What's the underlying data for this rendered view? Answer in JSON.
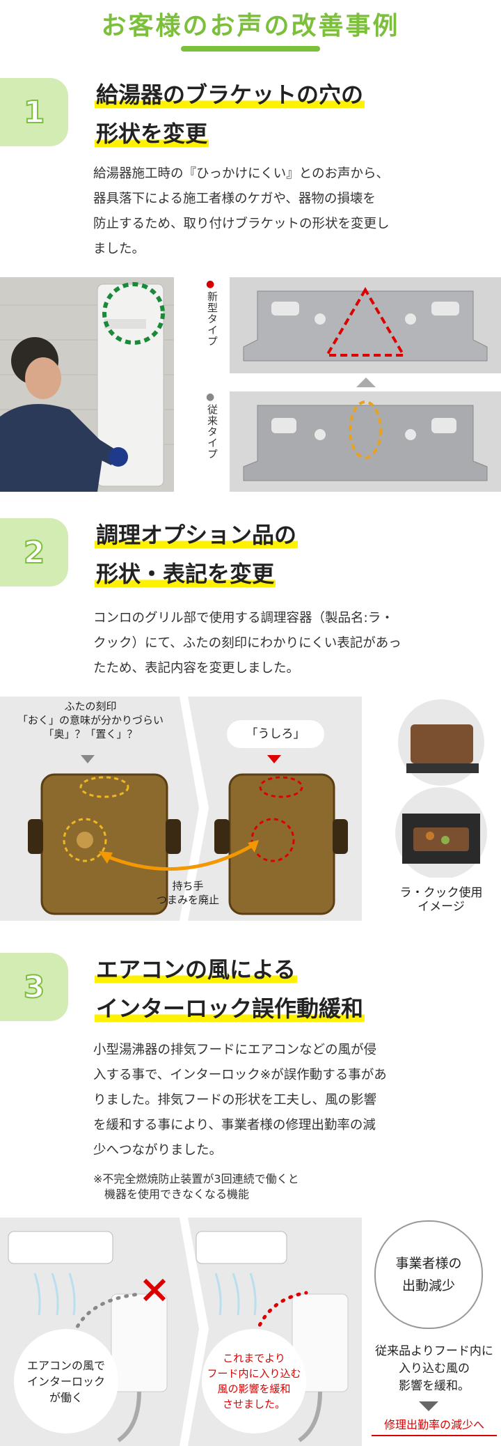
{
  "page_title": "お客様のお声の改善事例",
  "sections": [
    {
      "number": "1",
      "heading_line1": "給湯器のブラケットの穴の",
      "heading_line2": "形状を変更",
      "body": [
        "給湯器施工時の『ひっかけにくい』とのお声から、",
        "器具落下による施工者様のケガや、器物の損壊を",
        "防止するため、取り付けブラケットの形状を変更し",
        "ました。"
      ],
      "label_new": "新型タイプ",
      "label_old": "従来タイプ"
    },
    {
      "number": "2",
      "heading_line1": "調理オプション品の",
      "heading_line2": "形状・表記を変更",
      "body": [
        "コンロのグリル部で使用する調理容器（製品名:ラ・",
        "クック）にて、ふたの刻印にわかりにくい表記があっ",
        "たため、表記内容を変更しました。"
      ],
      "caption_left": [
        "ふたの刻印",
        "「おく」の意味が分かりづらい",
        "「奥」？「置く」？"
      ],
      "caption_right": "「うしろ」",
      "caption_center": [
        "持ち手",
        "つまみを廃止"
      ],
      "caption_usage": [
        "ラ・クック使用",
        "イメージ"
      ]
    },
    {
      "number": "3",
      "heading_line1": "エアコンの風による",
      "heading_line2": "インターロック誤作動緩和",
      "body": [
        "小型湯沸器の排気フードにエアコンなどの風が侵",
        "入する事で、インターロック※が誤作動する事があ",
        "りました。排気フードの形状を工夫し、風の影響",
        "を緩和する事により、事業者様の修理出勤率の減",
        "少へつながりました。"
      ],
      "note": [
        "※不完全燃焼防止装置が3回連続で働くと",
        "　機器を使用できなくなる機能"
      ],
      "bubble_left": [
        "エアコンの風で",
        "インターロック",
        "が働く"
      ],
      "bubble_right": [
        "これまでより",
        "フード内に入り込む",
        "風の影響を緩和",
        "させました。"
      ],
      "circle_text": [
        "事業者様の",
        "出動減少"
      ],
      "result_text": [
        "従来品よりフード内に",
        "入り込む風の",
        "影響を緩和。"
      ],
      "result_final": "修理出勤率の減少へ"
    }
  ],
  "colors": {
    "accent_green": "#7bbf3a",
    "badge_bg": "#d3ecb3",
    "highlight": "#fff200",
    "red": "#d00000"
  }
}
